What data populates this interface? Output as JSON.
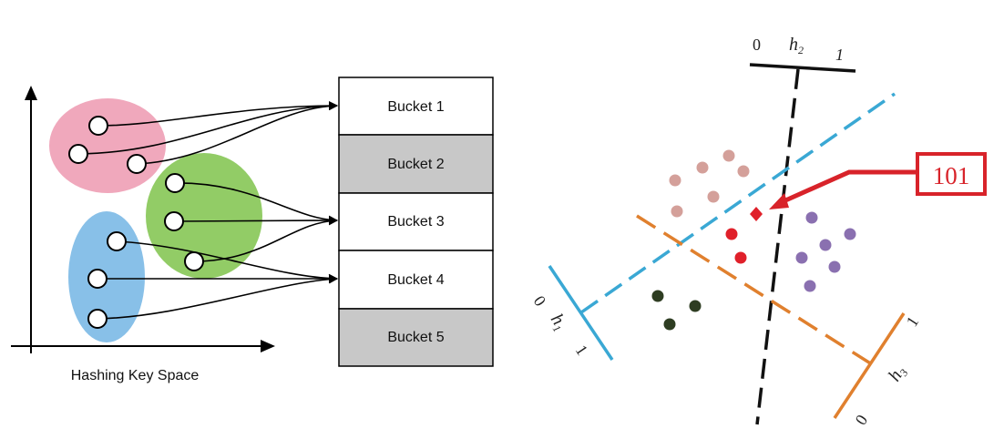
{
  "left_diagram": {
    "x_axis_label": "Hashing Key Space",
    "buckets": [
      {
        "label": "Bucket 1",
        "shaded": false
      },
      {
        "label": "Bucket 2",
        "shaded": true
      },
      {
        "label": "Bucket 3",
        "shaded": false
      },
      {
        "label": "Bucket 4",
        "shaded": false
      },
      {
        "label": "Bucket 5",
        "shaded": true
      }
    ],
    "colors": {
      "pink_cluster": "#f0a8bc",
      "green_cluster": "#92cc66",
      "blue_cluster": "#88c0e8",
      "shaded_bucket": "#c8c8c8"
    }
  },
  "right_diagram": {
    "callout_label": "101",
    "h1": {
      "name": "h",
      "subscript": "1",
      "low": "0",
      "high": "1",
      "color": "#3aa8d4"
    },
    "h2": {
      "name": "h",
      "subscript": "2",
      "low": "0",
      "high": "1",
      "color": "#111111"
    },
    "h3": {
      "name": "h",
      "subscript": "3",
      "low": "0",
      "high": "1",
      "color": "#e0802e"
    },
    "colors": {
      "callout": "#d8232a",
      "pink_points": "#d4a09a",
      "red_points": "#e0202a",
      "purple_points": "#8a70b0",
      "dark_points": "#2e3d22"
    }
  }
}
